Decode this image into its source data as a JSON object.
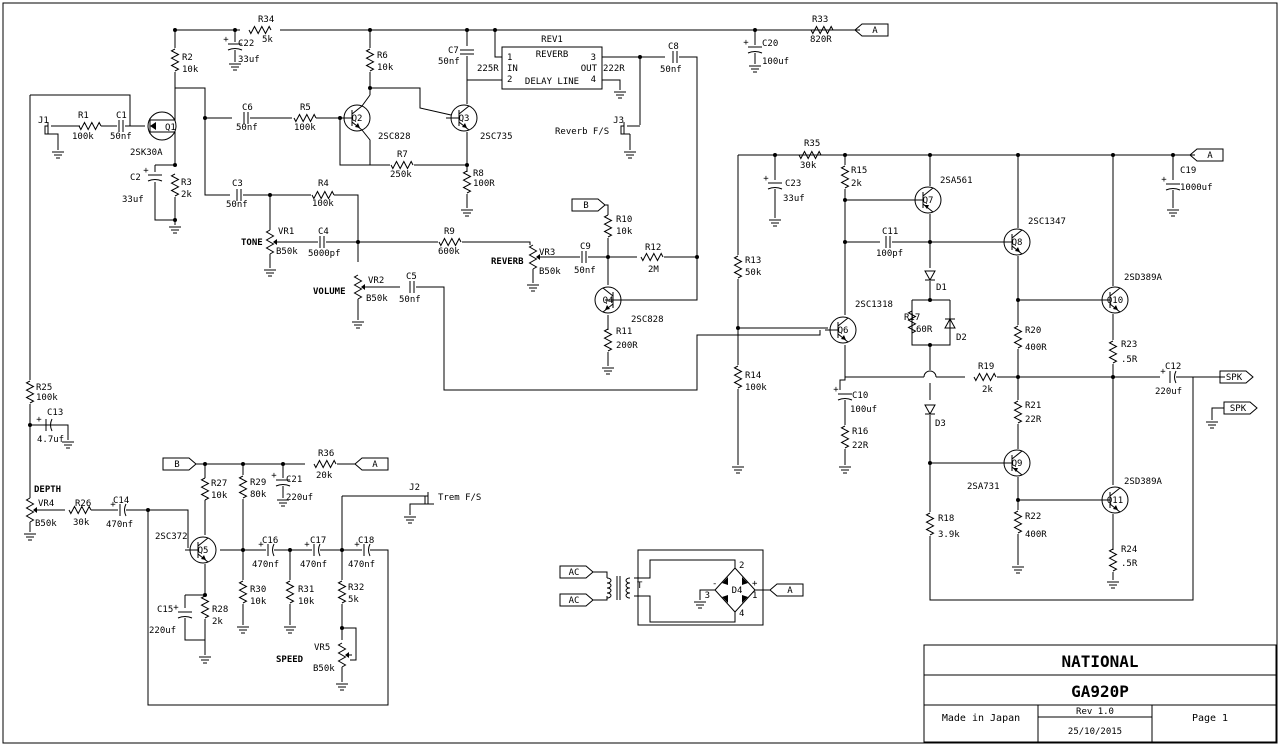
{
  "title_block": {
    "company": "NATIONAL",
    "model": "GA920P",
    "made_in": "Made in Japan",
    "rev": "Rev 1.0",
    "date": "25/10/2015",
    "page": "Page 1"
  },
  "controls": {
    "tone": "TONE",
    "volume": "VOLUME",
    "reverb": "REVERB",
    "depth": "DEPTH",
    "speed": "SPEED"
  },
  "connectors": {
    "j1": "J1",
    "j2": "J2",
    "j3": "J3",
    "trem_fs": "Trem F/S",
    "reverb_fs": "Reverb F/S",
    "net_a": "A",
    "net_b": "B",
    "spk": "SPK",
    "ac": "AC"
  },
  "reverb_tank": {
    "ref": "REV1",
    "name1": "REVERB",
    "name2": "DELAY LINE",
    "in": "IN",
    "out": "OUT",
    "pin1": "1",
    "pin2": "2",
    "pin3": "3",
    "pin4": "4",
    "in_imp": "225R",
    "out_imp": "222R"
  },
  "transformer": {
    "ref": "T"
  },
  "bridge": {
    "ref": "D4",
    "p1": "1",
    "p2": "2",
    "p3": "3",
    "p4": "4",
    "plus": "+",
    "minus": "-"
  },
  "plus": "+",
  "parts": {
    "R1": [
      "R1",
      "100k"
    ],
    "R2": [
      "R2",
      "10k"
    ],
    "R3": [
      "R3",
      "2k"
    ],
    "R4": [
      "R4",
      "100k"
    ],
    "R5": [
      "R5",
      "100k"
    ],
    "R6": [
      "R6",
      "10k"
    ],
    "R7": [
      "R7",
      "250k"
    ],
    "R8": [
      "R8",
      "100R"
    ],
    "R9": [
      "R9",
      "600k"
    ],
    "R10": [
      "R10",
      "10k"
    ],
    "R11": [
      "R11",
      "200R"
    ],
    "R12": [
      "R12",
      "2M"
    ],
    "R13": [
      "R13",
      "50k"
    ],
    "R14": [
      "R14",
      "100k"
    ],
    "R15": [
      "R15",
      "2k"
    ],
    "R16": [
      "R16",
      "22R"
    ],
    "R17": [
      "R17",
      "60R"
    ],
    "R18": [
      "R18",
      "3.9k"
    ],
    "R19": [
      "R19",
      "2k"
    ],
    "R20": [
      "R20",
      "400R"
    ],
    "R21": [
      "R21",
      "22R"
    ],
    "R22": [
      "R22",
      "400R"
    ],
    "R23": [
      "R23",
      ".5R"
    ],
    "R24": [
      "R24",
      ".5R"
    ],
    "R25": [
      "R25",
      "100k"
    ],
    "R26": [
      "R26",
      "30k"
    ],
    "R27": [
      "R27",
      "10k"
    ],
    "R28": [
      "R28",
      "2k"
    ],
    "R29": [
      "R29",
      "80k"
    ],
    "R30": [
      "R30",
      "10k"
    ],
    "R31": [
      "R31",
      "10k"
    ],
    "R32": [
      "R32",
      "5k"
    ],
    "R33": [
      "R33",
      "820R"
    ],
    "R34": [
      "R34",
      "5k"
    ],
    "R35": [
      "R35",
      "30k"
    ],
    "R36": [
      "R36",
      "20k"
    ],
    "C1": [
      "C1",
      "50nf"
    ],
    "C2": [
      "C2",
      "33uf"
    ],
    "C3": [
      "C3",
      "50nf"
    ],
    "C4": [
      "C4",
      "5000pf"
    ],
    "C5": [
      "C5",
      "50nf"
    ],
    "C6": [
      "C6",
      "50nf"
    ],
    "C7": [
      "C7",
      "50nf"
    ],
    "C8": [
      "C8",
      "50nf"
    ],
    "C9": [
      "C9",
      "50nf"
    ],
    "C10": [
      "C10",
      "100uf"
    ],
    "C11": [
      "C11",
      "100pf"
    ],
    "C12": [
      "C12",
      "220uf"
    ],
    "C13": [
      "C13",
      "4.7uf"
    ],
    "C14": [
      "C14",
      "470nf"
    ],
    "C15": [
      "C15",
      "220uf"
    ],
    "C16": [
      "C16",
      "470nf"
    ],
    "C17": [
      "C17",
      "470nf"
    ],
    "C18": [
      "C18",
      "470nf"
    ],
    "C19": [
      "C19",
      "1000uf"
    ],
    "C20": [
      "C20",
      "100uf"
    ],
    "C21": [
      "C21",
      "220uf"
    ],
    "C22": [
      "C22",
      "33uf"
    ],
    "C23": [
      "C23",
      "33uf"
    ],
    "VR1": [
      "VR1",
      "B50k"
    ],
    "VR2": [
      "VR2",
      "B50k"
    ],
    "VR3": [
      "VR3",
      "B50k"
    ],
    "VR4": [
      "VR4",
      "B50k"
    ],
    "VR5": [
      "VR5",
      "B50k"
    ],
    "Q1": [
      "Q1",
      "2SK30A"
    ],
    "Q2": [
      "Q2",
      "2SC828"
    ],
    "Q3": [
      "Q3",
      "2SC735"
    ],
    "Q4": [
      "Q4",
      "2SC828"
    ],
    "Q5": [
      "Q5",
      "2SC372"
    ],
    "Q6": [
      "Q6",
      "2SC1318"
    ],
    "Q7": [
      "Q7",
      "2SA561"
    ],
    "Q8": [
      "Q8",
      "2SC1347"
    ],
    "Q9": [
      "Q9",
      "2SA731"
    ],
    "Q10": [
      "Q10",
      "2SD389A"
    ],
    "Q11": [
      "Q11",
      "2SD389A"
    ],
    "D1": [
      "D1",
      ""
    ],
    "D2": [
      "D2",
      ""
    ],
    "D3": [
      "D3",
      ""
    ]
  }
}
